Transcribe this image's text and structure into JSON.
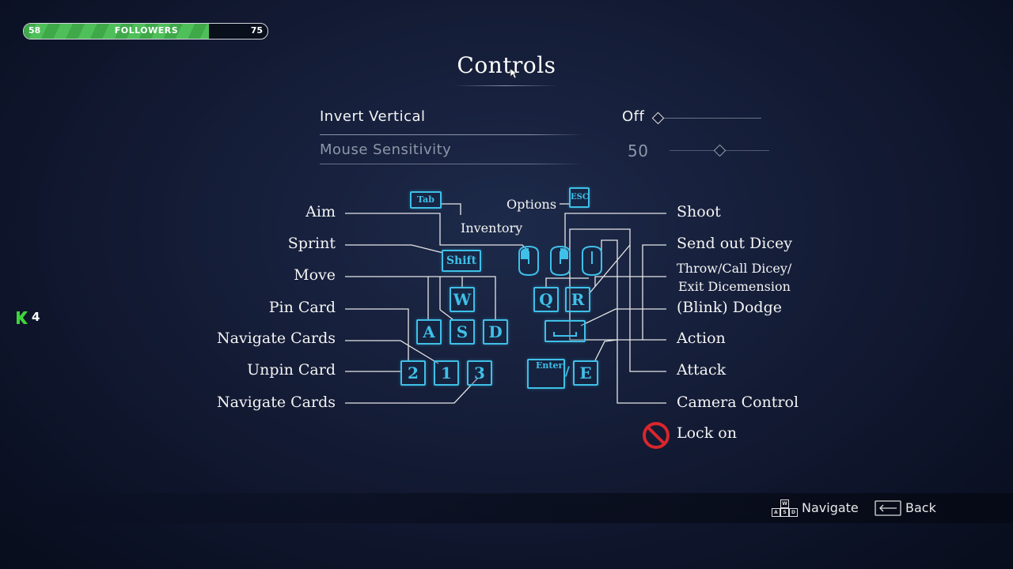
{
  "hud": {
    "followers": {
      "label": "FOLLOWERS",
      "min": "58",
      "max": "75",
      "fill_fraction": 0.76
    },
    "k_count": "4"
  },
  "title": "Controls",
  "settings": [
    {
      "label": "Invert Vertical",
      "value": "Off",
      "slider_fraction": 0.0
    },
    {
      "label": "Mouse Sensitivity",
      "value": "50",
      "slider_fraction": 0.5
    }
  ],
  "controls": {
    "left": {
      "aim": "Aim",
      "sprint": "Sprint",
      "move": "Move",
      "pin_card": "Pin Card",
      "navigate_cards_1": "Navigate Cards",
      "unpin_card": "Unpin Card",
      "navigate_cards_2": "Navigate Cards"
    },
    "center": {
      "options": "Options",
      "inventory": "Inventory"
    },
    "right": {
      "shoot": "Shoot",
      "send_out_dicey": "Send out Dicey",
      "throw_line1": "Throw/Call Dicey/",
      "throw_line2": "Exit Dicemension",
      "dodge": "(Blink) Dodge",
      "action": "Action",
      "attack": "Attack",
      "camera_control": "Camera Control",
      "lock_on": "Lock on"
    },
    "keys": {
      "tab": "Tab",
      "esc": "ESC",
      "shift": "Shift",
      "w": "W",
      "a": "A",
      "s": "S",
      "d": "D",
      "two": "2",
      "one": "1",
      "three": "3",
      "q": "Q",
      "r": "R",
      "enter": "Enter",
      "slash": "/",
      "e": "E"
    }
  },
  "footer": {
    "navigate": "Navigate",
    "back": "Back",
    "wasd_keys": [
      "W",
      "A",
      "S",
      "D"
    ]
  },
  "colors": {
    "key_cyan": "#3fc0e8",
    "bar_green": "#4fbf59",
    "lock_red": "#d9262c",
    "k_green": "#3ed43a"
  }
}
